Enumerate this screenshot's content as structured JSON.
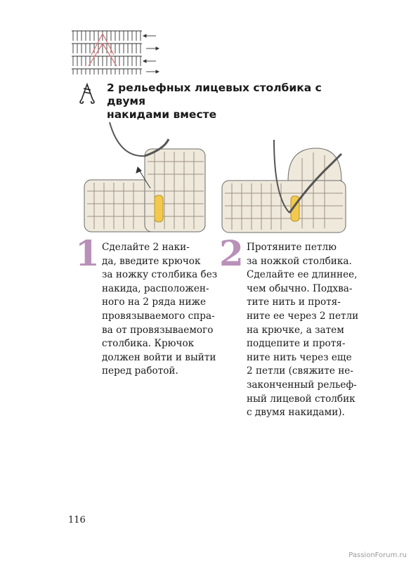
{
  "heading": {
    "lines": [
      "2 рельефных лицевых столбика с двумя",
      "накидами вместе"
    ]
  },
  "steps": [
    {
      "number": "1",
      "lines": [
        "Сделайте 2 наки-",
        "да, введите крючок",
        "за ножку столбика без",
        "накида, расположен-",
        "ного на 2 ряда ниже",
        "провязываемого спра-",
        "ва от провязываемого",
        "столбика. Крючок",
        "должен войти и выйти",
        "перед работой."
      ]
    },
    {
      "number": "2",
      "lines": [
        "Протяните петлю",
        "за ножкой столбика.",
        "Сделайте ее длиннее,",
        "чем обычно. Подхва-",
        "тите нить и протя-",
        "ните ее через 2 петли",
        "на крючке, а затем",
        "подцепите и протя-",
        "ните нить через еще",
        "2 петли (свяжите не-",
        "законченный рельеф-",
        "ный лицевой столбик",
        "с двумя накидами)."
      ]
    }
  ],
  "page_number": "116",
  "watermark": "PassionForum.ru",
  "colors": {
    "accent": "#b890b8",
    "yarn": "#efe9dc",
    "highlight": "#f2c94c",
    "chart_red": "#e07070"
  }
}
